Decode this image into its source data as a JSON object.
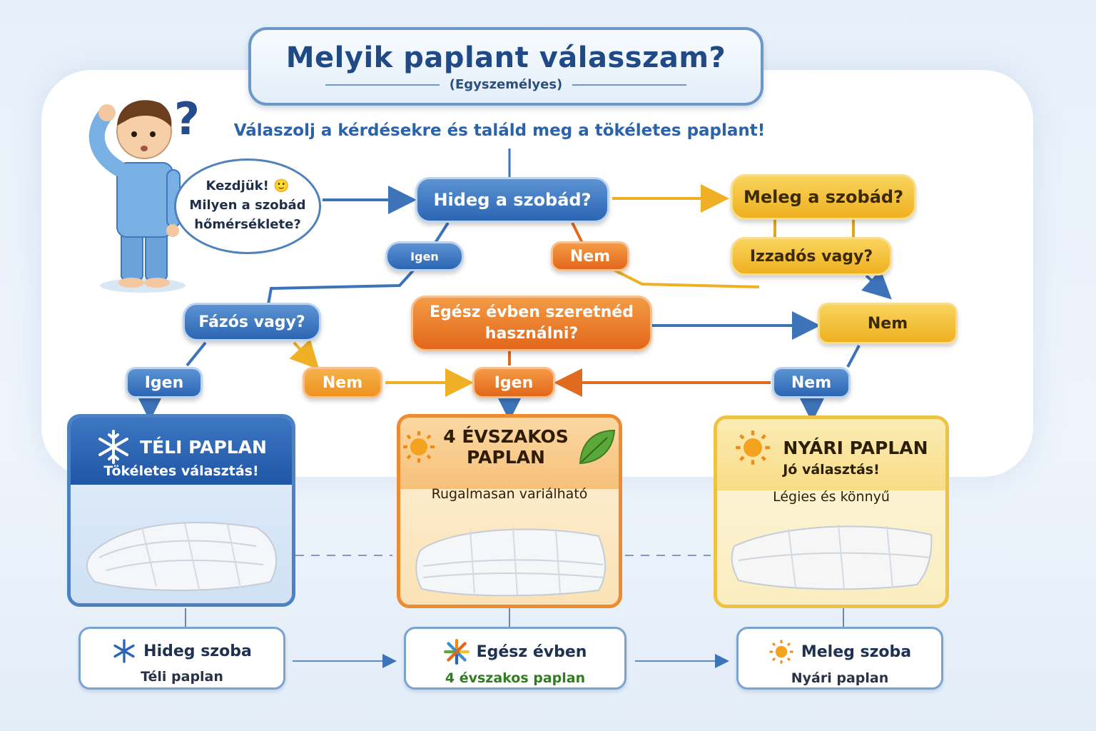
{
  "title": "Melyik paplant válasszam?",
  "subtitle": "(Egyszemélyes)",
  "intro": "Válaszolj a kérdésekre és találd meg a tökéletes paplant!",
  "speech": {
    "line1": "Kezdjük! 🙂",
    "line2": "Milyen a szobád",
    "line3": "hőmérséklete?"
  },
  "nodes": {
    "cold_room": "Hideg a szobád?",
    "warm_room": "Meleg a szobád?",
    "sweaty": "Izzadós vagy?",
    "chilly": "Fázós vagy?",
    "all_year": "Egész évben szeretnéd használni?"
  },
  "labels": {
    "yes": "Igen",
    "no": "Nem"
  },
  "cards": {
    "winter": {
      "title": "TÉLI PAPLAN",
      "sub": "Tökéletes választás!"
    },
    "four_season": {
      "title_l1": "4 ÉVSZAKOS",
      "title_l2": "PAPLAN",
      "sub": "Rugalmasan variálható"
    },
    "summer": {
      "title": "NYÁRI PAPLAN",
      "sub1": "Jó választás!",
      "sub2": "Légies és könnyű"
    }
  },
  "summary": [
    {
      "title": "Hideg szoba",
      "sub": "Téli paplan",
      "icon": "snowflake-icon"
    },
    {
      "title": "Egész évben",
      "sub": "4 évszakos paplan",
      "icon": "four-season-icon"
    },
    {
      "title": "Meleg szoba",
      "sub": "Nyári paplan",
      "icon": "sun-icon"
    }
  ],
  "colors": {
    "blue": "#2c66b3",
    "orange": "#e2671a",
    "yellow": "#efb021",
    "green_text": "#2f7d1f"
  }
}
